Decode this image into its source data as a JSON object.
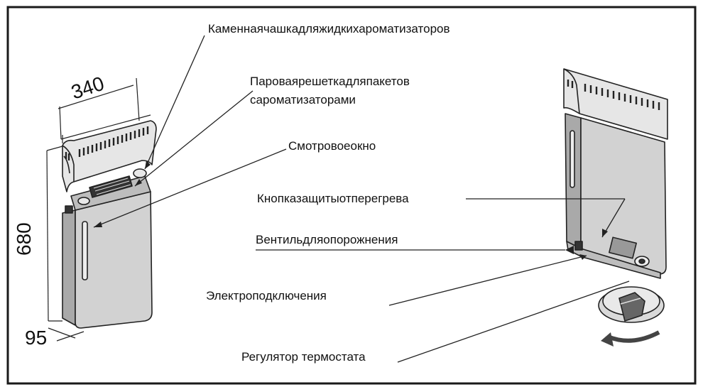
{
  "labels": {
    "stone_bowl": "Каменнаячашкадляжидкихароматизаторов",
    "steam_grid_line1": "Пароваярешеткадляпакетов",
    "steam_grid_line2": "сароматизаторами",
    "view_window": "Смотровоеокно",
    "overheat_button": "Кнопказащитыотперегрева",
    "drain_valve": "Вентильдляопорожнения",
    "electrical": "Электроподключения",
    "thermostat": "Регулятор термостата"
  },
  "dimensions": {
    "width": "340",
    "height": "680",
    "depth": "95"
  },
  "colors": {
    "line": "#222222",
    "body_fill": "#cfcfcf",
    "body_dark": "#a9a9a9",
    "frame": "#1a1a1a"
  }
}
